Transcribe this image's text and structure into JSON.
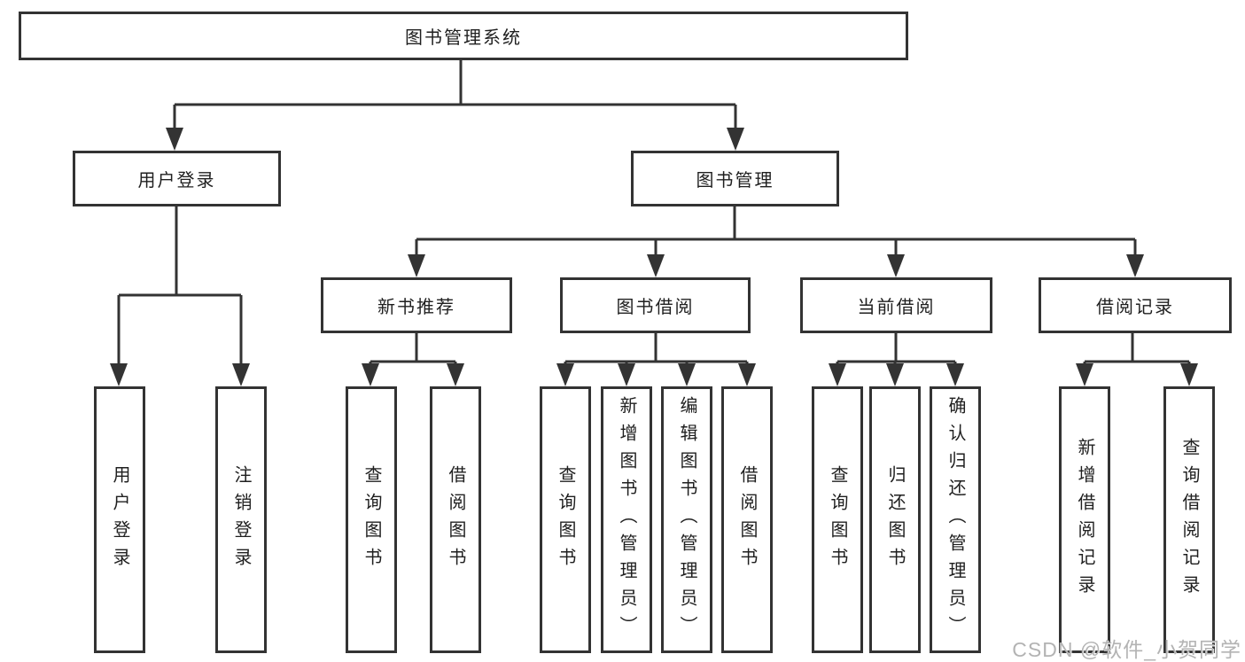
{
  "diagram": {
    "title": "图书管理系统",
    "tree": {
      "label": "图书管理系统",
      "children": [
        {
          "label": "用户登录",
          "children": [
            {
              "label": "用户登录"
            },
            {
              "label": "注销登录"
            }
          ]
        },
        {
          "label": "图书管理",
          "children": [
            {
              "label": "新书推荐",
              "children": [
                {
                  "label": "查询图书"
                },
                {
                  "label": "借阅图书"
                }
              ]
            },
            {
              "label": "图书借阅",
              "children": [
                {
                  "label": "查询图书"
                },
                {
                  "label": "新增图书（管理员）"
                },
                {
                  "label": "编辑图书（管理员）"
                },
                {
                  "label": "借阅图书"
                }
              ]
            },
            {
              "label": "当前借阅",
              "children": [
                {
                  "label": "查询图书"
                },
                {
                  "label": "归还图书"
                },
                {
                  "label": "确认归还（管理员）"
                }
              ]
            },
            {
              "label": "借阅记录",
              "children": [
                {
                  "label": "新增借阅记录"
                },
                {
                  "label": "查询借阅记录"
                }
              ]
            }
          ]
        }
      ]
    },
    "colors": {
      "line": "#333333",
      "box_fill": "#ffffff",
      "text": "#1f1f1f",
      "watermark": "#b3b3b3"
    },
    "watermark": "CSDN @软件_小贺同学"
  }
}
